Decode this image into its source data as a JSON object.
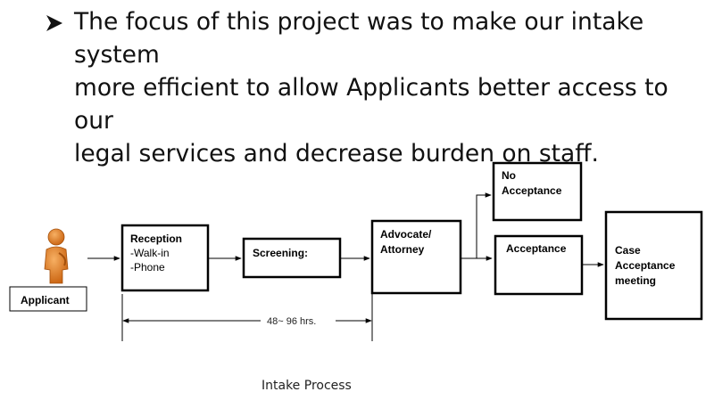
{
  "bullet": {
    "lines": [
      "The focus of this project was to make our intake system",
      "more efficient to allow Applicants better access to our",
      "legal services and decrease burden on staff."
    ]
  },
  "diagram": {
    "applicant_label": "Applicant",
    "reception": {
      "title": "Reception",
      "line2": "-Walk-in",
      "line3": "-Phone"
    },
    "screening": {
      "title": "Screening:"
    },
    "advocate": {
      "line1": "Advocate/",
      "line2": "Attorney"
    },
    "no_acceptance": {
      "line1": "No",
      "line2": "Acceptance"
    },
    "acceptance": {
      "title": "Acceptance"
    },
    "case_meeting": {
      "line1": "Case",
      "line2": "Acceptance",
      "line3": "meeting"
    },
    "span_label": "48~ 96 hrs.",
    "caption": "Intake Process"
  },
  "colors": {
    "person": "#e07a1c",
    "person_dark": "#b05a10",
    "box_border": "#000000"
  }
}
